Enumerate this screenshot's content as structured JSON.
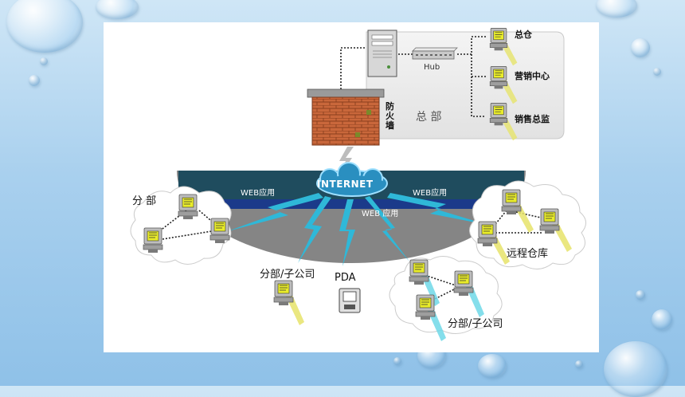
{
  "diagram": {
    "hub_label": "Hub",
    "hq_label": "总 部",
    "firewall_label": "防\n火\n墙",
    "hq_terminals": [
      "总仓",
      "营销中心",
      "销售总监"
    ],
    "internet_label": "INTERNET",
    "web_left": "WEB应用",
    "web_right": "WEB应用",
    "web_center": "WEB 应用",
    "branch_left": "分 部",
    "branch_sub_left": "分部/子公司",
    "pda_label": "PDA",
    "branch_sub_right": "分部/子公司",
    "remote_warehouse": "远程仓库"
  },
  "colors": {
    "brick": "#c9673b",
    "lightning": "#2fb8d8",
    "band_dark": "#1f4c5e",
    "band_blue": "#1b3a8a",
    "dome": "#858585",
    "monitor_screen": "#e9ec2a",
    "beam": "#e6e36a",
    "beam_cyan": "#6fd8e8"
  },
  "icons": [
    "server-icon",
    "hub-icon",
    "firewall-icon",
    "computer-icon",
    "pda-icon",
    "cloud-icon",
    "lightning-icon"
  ]
}
